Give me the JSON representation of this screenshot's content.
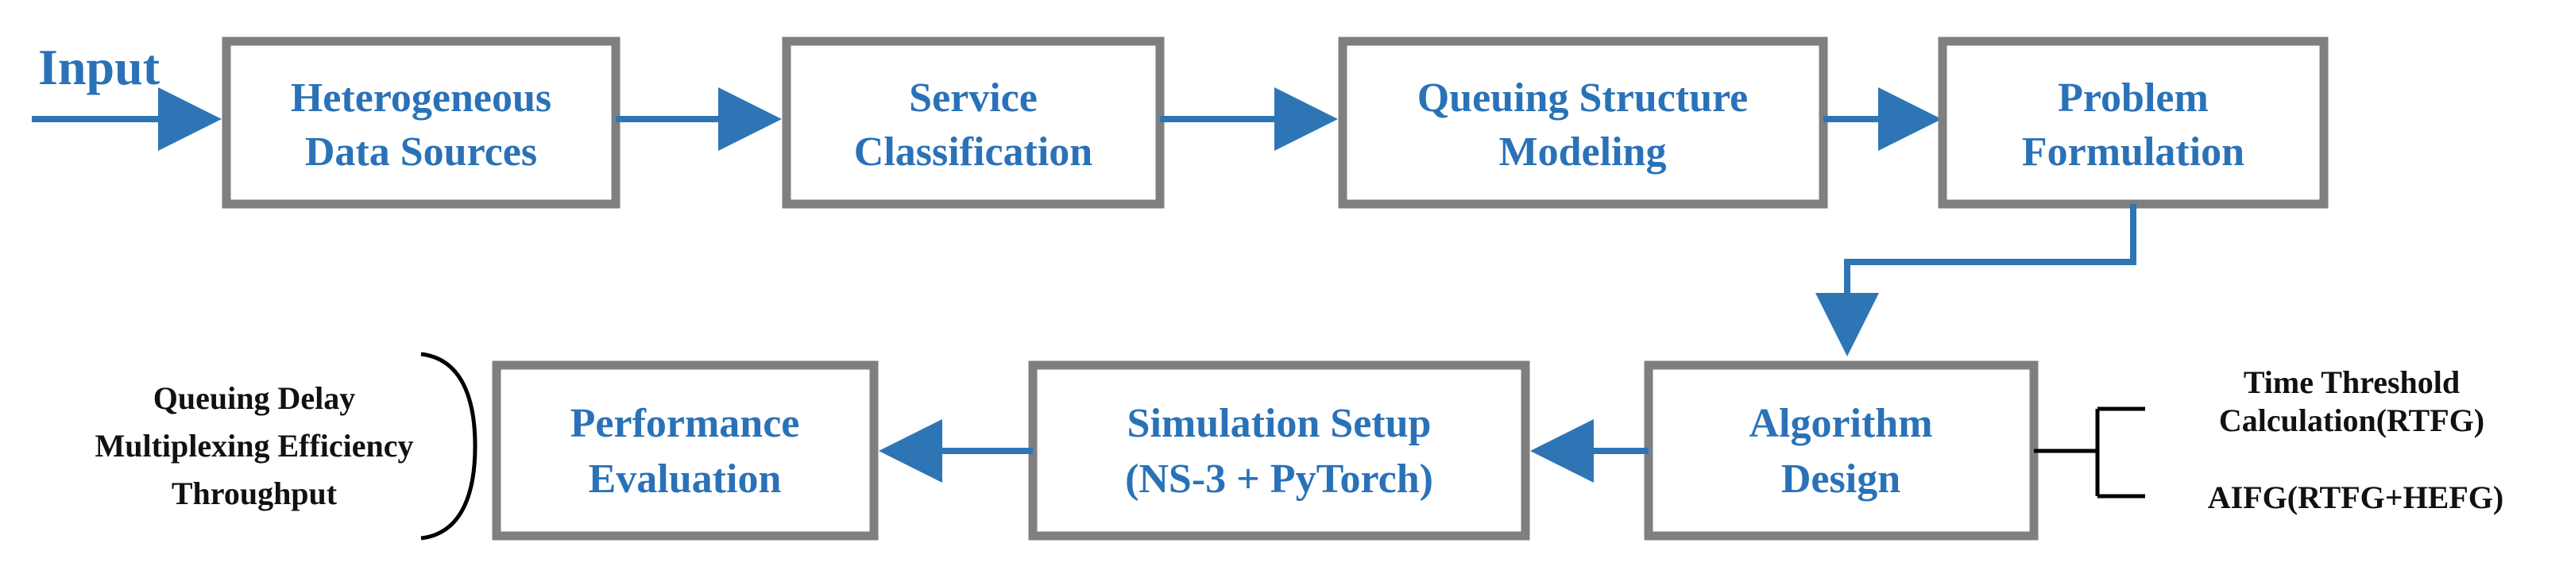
{
  "input_label": "Input",
  "boxes": {
    "heterogeneous": {
      "line1": "Heterogeneous",
      "line2": "Data Sources"
    },
    "service": {
      "line1": "Service",
      "line2": "Classification"
    },
    "queuing": {
      "line1": "Queuing Structure",
      "line2": "Modeling"
    },
    "problem": {
      "line1": "Problem",
      "line2": "Formulation"
    },
    "algorithm": {
      "line1": "Algorithm",
      "line2": "Design"
    },
    "simulation": {
      "line1": "Simulation Setup",
      "line2": "(NS-3 + PyTorch)"
    },
    "performance": {
      "line1": "Performance",
      "line2": "Evaluation"
    }
  },
  "algorithm_branches": {
    "branch1_line1": "Time Threshold",
    "branch1_line2": "Calculation(RTFG)",
    "branch2": "AIFG(RTFG+HEFG)"
  },
  "metrics": [
    "Queuing Delay",
    "Multiplexing Efficiency",
    "Throughput"
  ],
  "colors": {
    "box_border": "#7f7f7f",
    "text_blue": "#2a72b8",
    "arrow_blue": "#2e75b6",
    "text_black": "#111111"
  }
}
